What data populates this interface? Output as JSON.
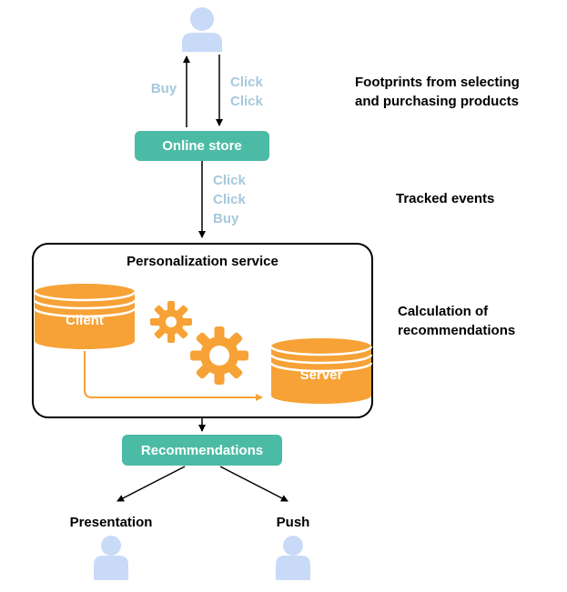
{
  "labels": {
    "buy": "Buy",
    "click_click": "Click\nClick",
    "click_click_buy": "Click\nClick\nBuy",
    "online_store": "Online store",
    "footprints": "Footprints from selecting\nand purchasing products",
    "tracked_events": "Tracked events",
    "calculation": "Calculation of\nrecommendations",
    "service_title": "Personalization service",
    "client": "Client",
    "server": "Server",
    "recommendations": "Recommendations",
    "presentation": "Presentation",
    "push": "Push"
  },
  "icons": {
    "user": "person-icon",
    "client_db": "database-icon",
    "server_db": "database-icon",
    "processing": "gears-icon"
  },
  "colors": {
    "teal": "#4CBBA5",
    "orange": "#F6A236",
    "label_blue": "#A6C8DD",
    "person_fill": "#C9DAF8",
    "line": "#000000"
  }
}
